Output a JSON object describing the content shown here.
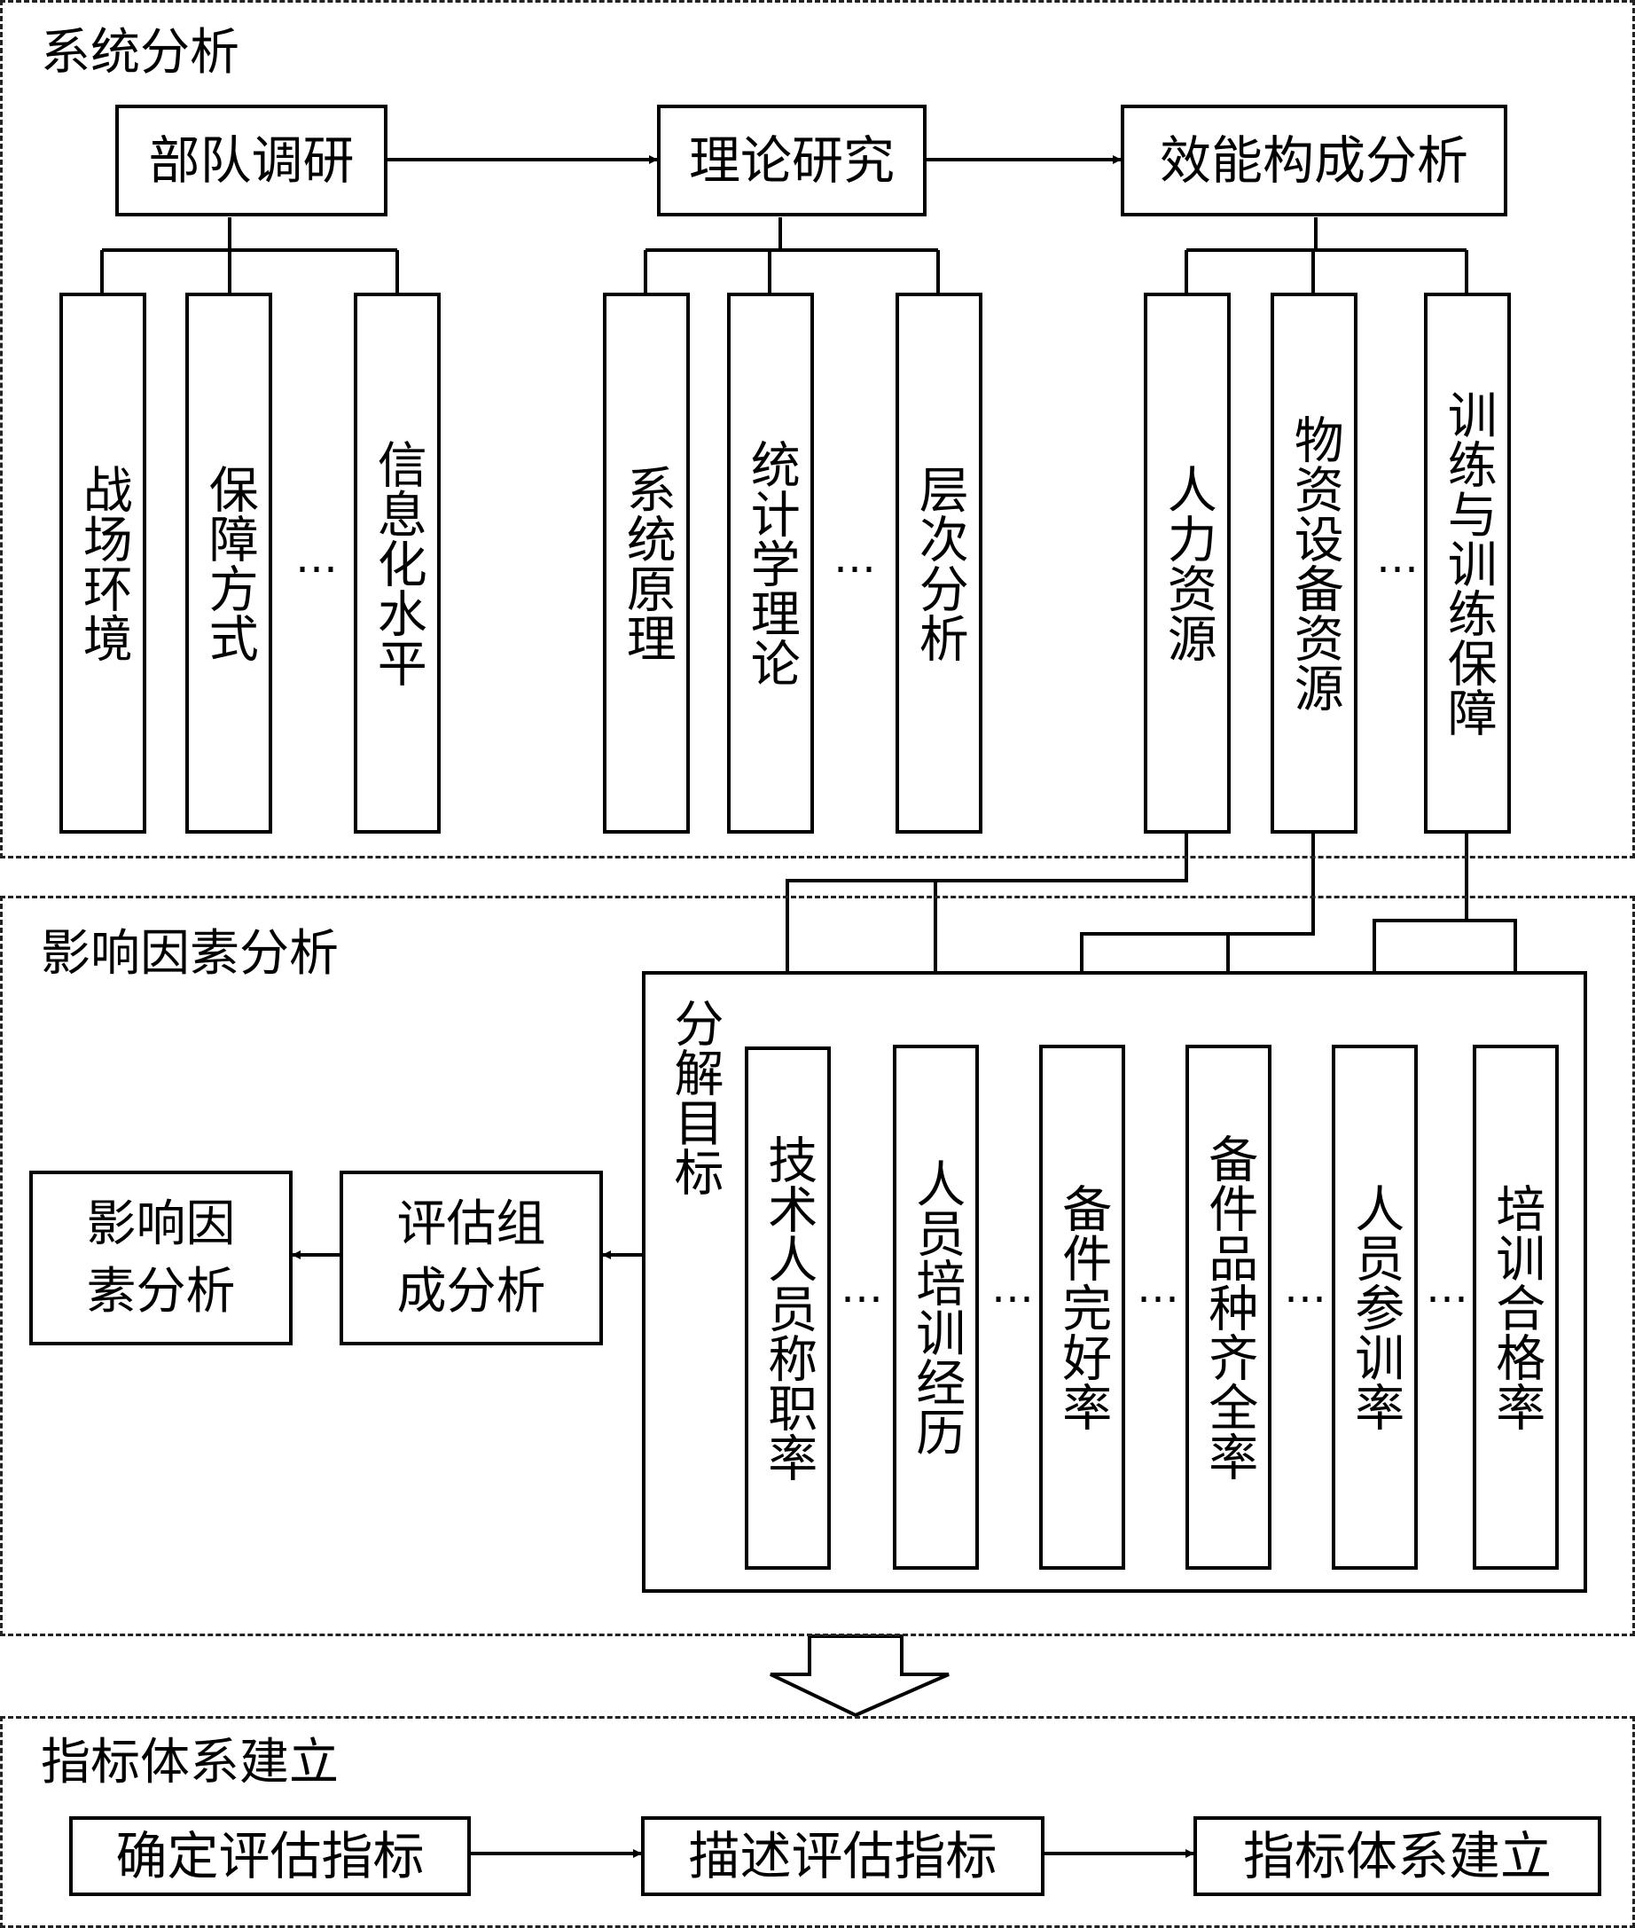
{
  "sections": {
    "system": "系统分析",
    "factors": "影响因素分析",
    "index": "指标体系建立"
  },
  "system": {
    "survey": {
      "title": "部队调研",
      "items": [
        "战场环境",
        "保障方式",
        "信息化水平"
      ]
    },
    "theory": {
      "title": "理论研究",
      "items": [
        "系统原理",
        "统计学理论",
        "层次分析"
      ]
    },
    "composition": {
      "title": "效能构成分析",
      "items": [
        "人力资源",
        "物资设备资源",
        "训练与训练保障"
      ]
    },
    "ellipsis": "…"
  },
  "factors": {
    "decompose_label": "分解目标",
    "indicators": [
      "技术人员称职率",
      "人员培训经历",
      "备件完好率",
      "备件品种齐全率",
      "人员参训率",
      "培训合格率"
    ],
    "compose_box": "评估组成分析",
    "factor_box": "影响因素分析",
    "ellipsis": "…"
  },
  "index": {
    "steps": [
      "确定评估指标",
      "描述评估指标",
      "指标体系建立"
    ]
  }
}
